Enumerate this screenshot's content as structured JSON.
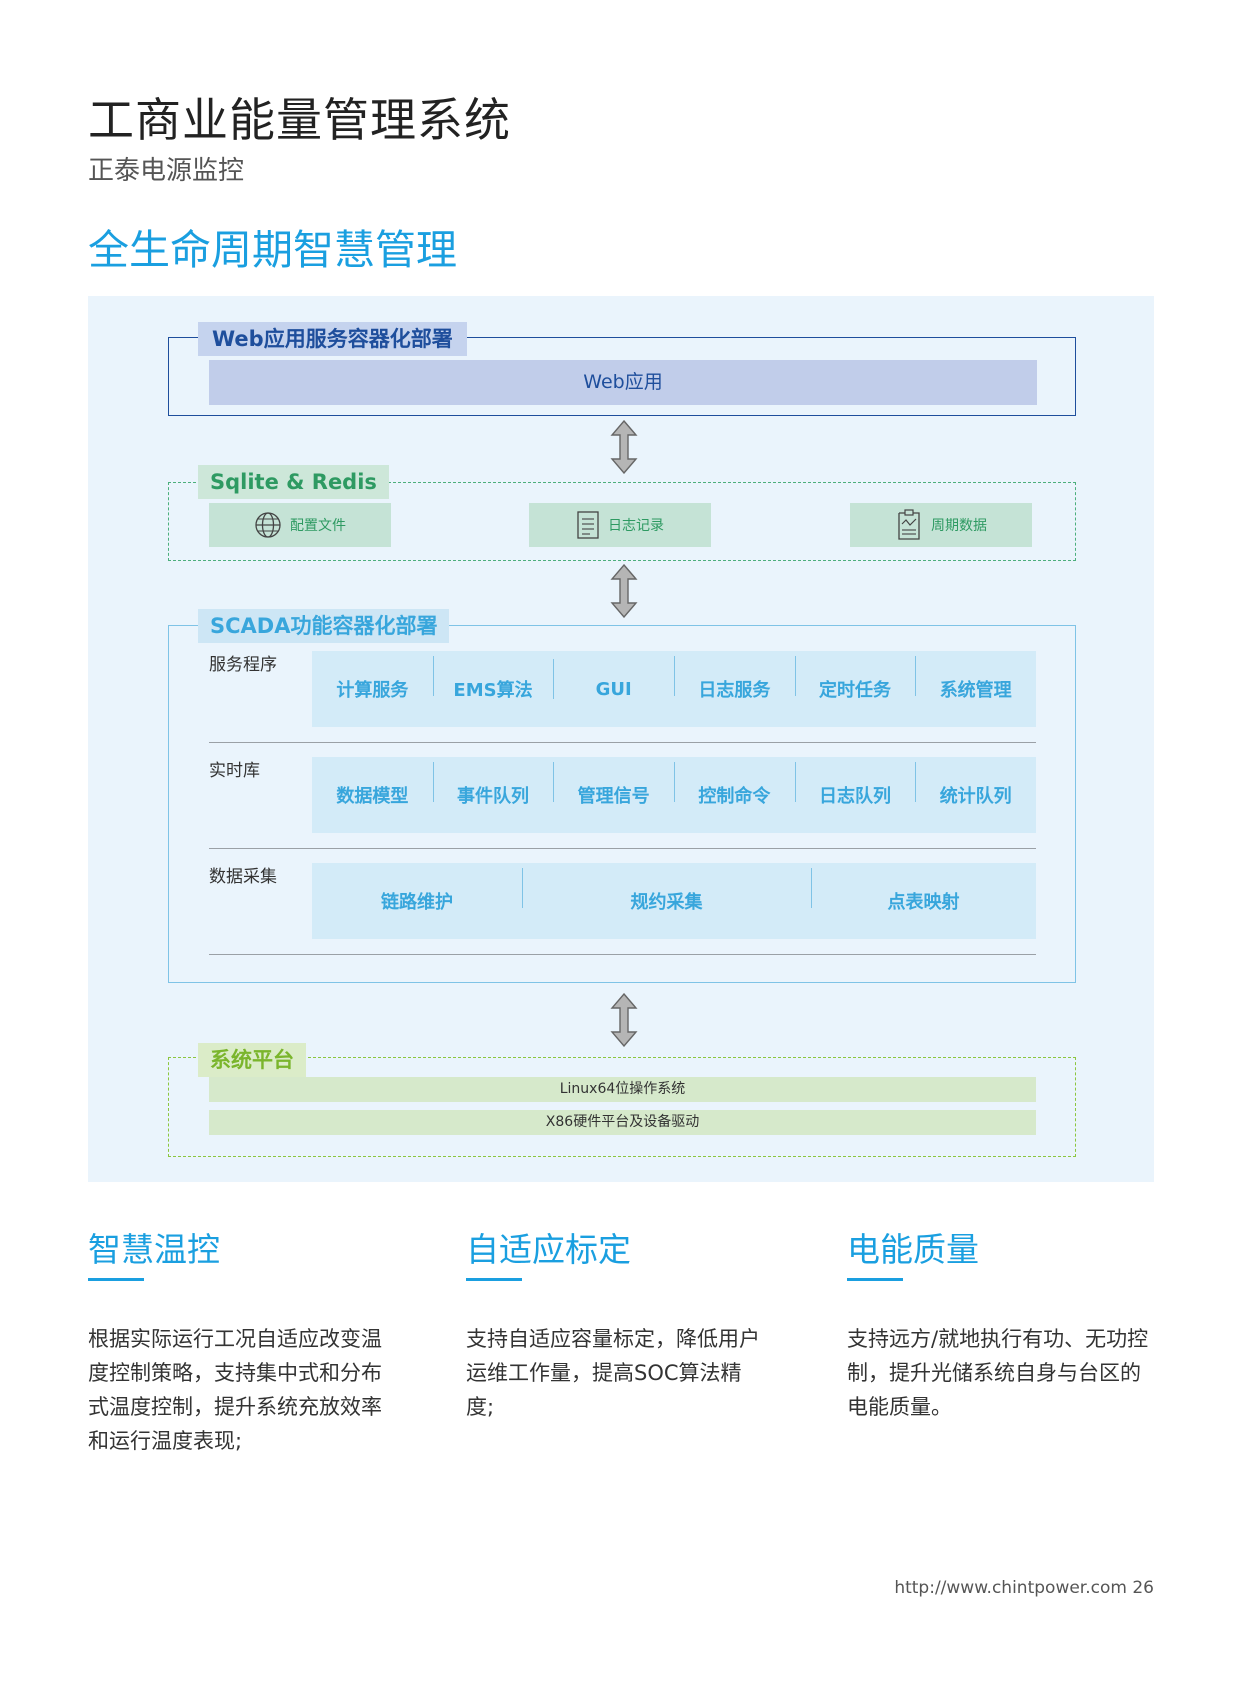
{
  "header": {
    "title": "工商业能量管理系统",
    "subtitle": "正泰电源监控",
    "section_heading": "全生命周期智慧管理"
  },
  "diagram": {
    "web": {
      "label": "Web应用服务容器化部署",
      "bar": "Web应用"
    },
    "storage": {
      "label": "Sqlite & Redis",
      "items": [
        {
          "label": "配置文件",
          "icon": "globe-icon"
        },
        {
          "label": "日志记录",
          "icon": "document-icon"
        },
        {
          "label": "周期数据",
          "icon": "chart-document-icon"
        }
      ]
    },
    "scada": {
      "label": "SCADA功能容器化部署",
      "rows": [
        {
          "label": "服务程序",
          "cells": [
            "计算服务",
            "EMS算法",
            "GUI",
            "日志服务",
            "定时任务",
            "系统管理"
          ]
        },
        {
          "label": "实时库",
          "cells": [
            "数据模型",
            "事件队列",
            "管理信号",
            "控制命令",
            "日志队列",
            "统计队列"
          ]
        },
        {
          "label": "数据采集",
          "cells": [
            "链路维护",
            "规约采集",
            "点表映射"
          ]
        }
      ]
    },
    "platform": {
      "label": "系统平台",
      "bars": [
        "Linux64位操作系统",
        "X86硬件平台及设备驱动"
      ]
    }
  },
  "features": [
    {
      "title": "智慧温控",
      "lines": [
        "根据实际运行工况自适应改变温",
        "度控制策略，支持集中式和分布",
        "式温度控制，提升系统充放效率",
        "和运行温度表现;"
      ]
    },
    {
      "title": "自适应标定",
      "lines": [
        "支持自适应容量标定，降低用户",
        "运维工作量，提高SOC算法精",
        "度;"
      ]
    },
    {
      "title": "电能质量",
      "lines": [
        "支持远方/就地执行有功、无功控",
        "制，提升光储系统自身与台区的",
        "电能质量。"
      ]
    }
  ],
  "footer": {
    "url": "http://www.chintpower.com",
    "page": "26"
  },
  "colors": {
    "accent_blue": "#1a9fe0",
    "web_blue": "#1e4e9c",
    "storage_green": "#2e9a62",
    "scada_blue": "#38a6dc",
    "platform_green": "#7ab52c"
  }
}
